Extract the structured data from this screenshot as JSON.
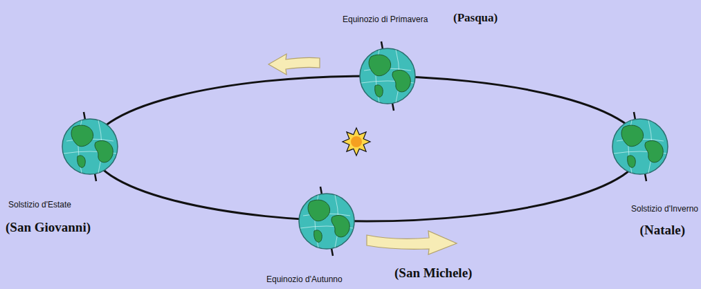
{
  "diagram": {
    "labels": [
      "Equinozio di Primavera",
      "(Pasqua)",
      "Solstizio d'Estate",
      "(San Giovanni)",
      "Solstizio d'Inverno",
      "(Natale)",
      "Equinozio d'Autunno",
      "(San Michele)"
    ]
  }
}
